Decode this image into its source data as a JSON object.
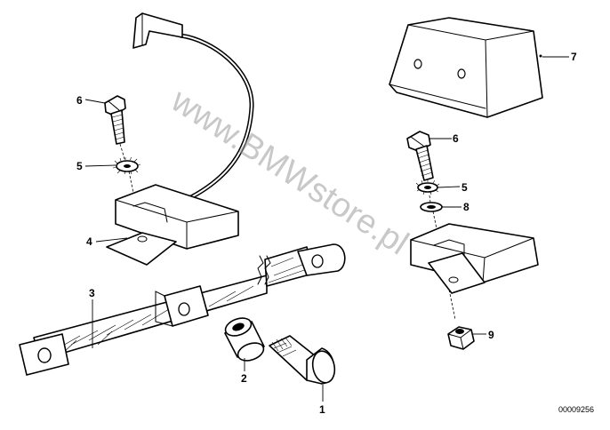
{
  "diagram": {
    "watermark": "www.BMWstore.pl",
    "reference_number": "00009256",
    "callouts": {
      "c1": "1",
      "c2": "2",
      "c3": "3",
      "c4": "4",
      "c5_left": "5",
      "c5_right": "5",
      "c6_left": "6",
      "c6_right": "6",
      "c7": "7",
      "c8": "8",
      "c9": "9"
    }
  }
}
